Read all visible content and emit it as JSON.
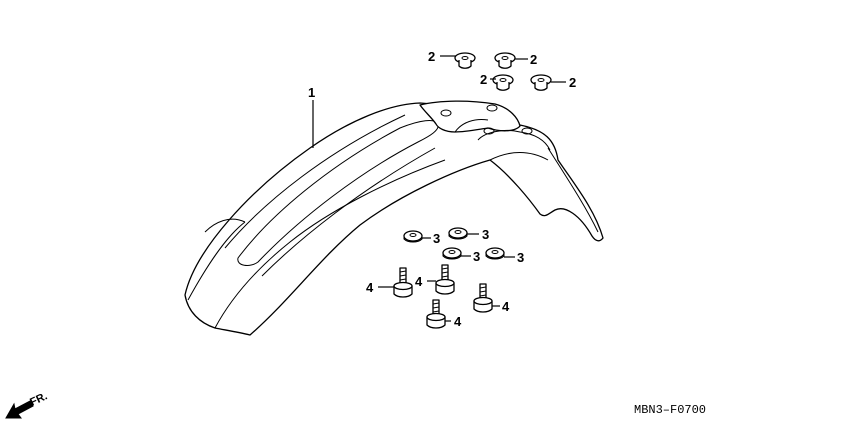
{
  "diagram": {
    "code": "MBN3–F0700",
    "direction_label": "FR.",
    "callouts": [
      {
        "id": "c1a",
        "label": "1"
      },
      {
        "id": "c2a",
        "label": "2"
      },
      {
        "id": "c2b",
        "label": "2"
      },
      {
        "id": "c2c",
        "label": "2"
      },
      {
        "id": "c2d",
        "label": "2"
      },
      {
        "id": "c3a",
        "label": "3"
      },
      {
        "id": "c3b",
        "label": "3"
      },
      {
        "id": "c3c",
        "label": "3"
      },
      {
        "id": "c3d",
        "label": "3"
      },
      {
        "id": "c4a",
        "label": "4"
      },
      {
        "id": "c4b",
        "label": "4"
      },
      {
        "id": "c4c",
        "label": "4"
      },
      {
        "id": "c4d",
        "label": "4"
      }
    ]
  }
}
